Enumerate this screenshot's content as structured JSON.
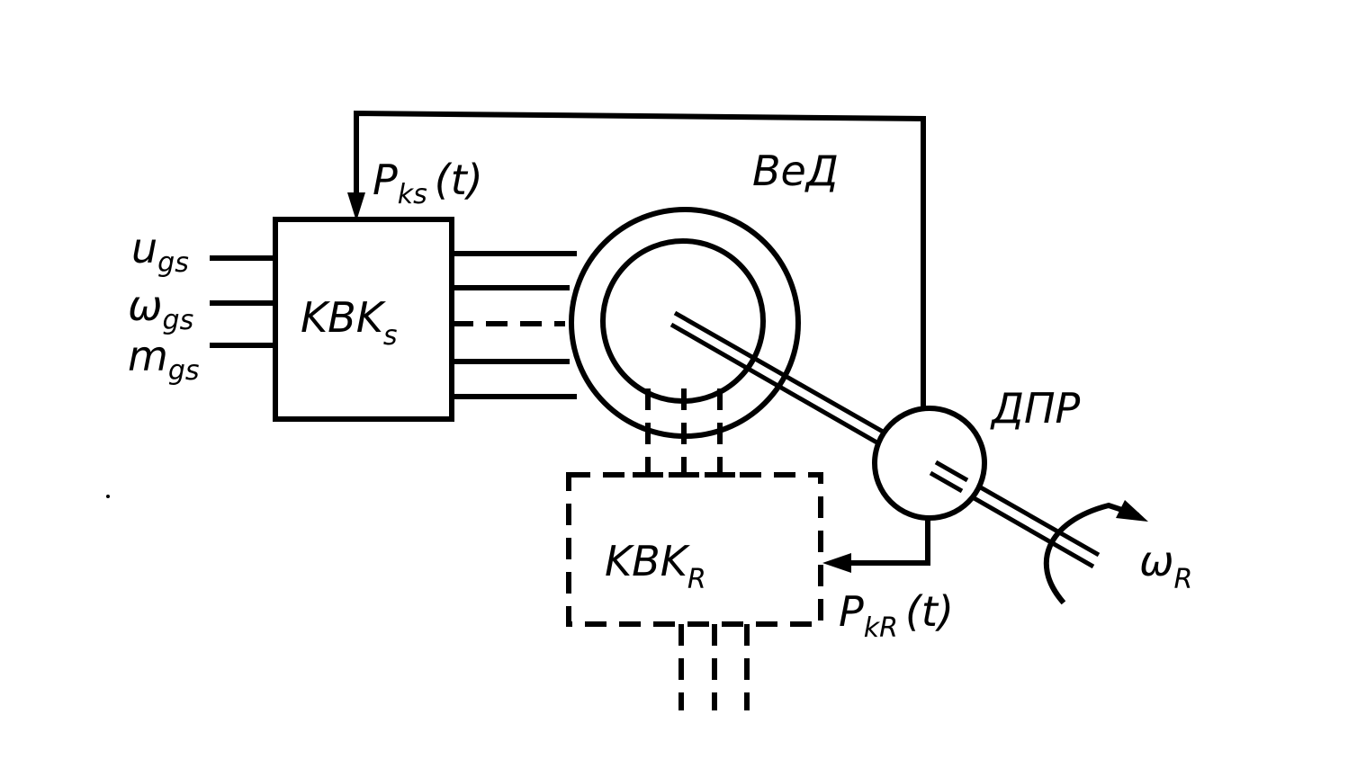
{
  "labels": {
    "stator_feedback": {
      "main": "P",
      "sub": "ks",
      "tail": "(t)"
    },
    "motor": "ВеД",
    "sensor": "ДПР",
    "stator_converter": {
      "main": "KBK",
      "sub": "s"
    },
    "rotor_converter": {
      "main": "KBK",
      "sub": "R"
    },
    "rotor_feedback": {
      "main": "P",
      "sub": "kR",
      "tail": "(t)"
    },
    "input_u": {
      "main": "u",
      "sub": "gs"
    },
    "input_w": {
      "main": "ω",
      "sub": "gs"
    },
    "input_m": {
      "main": "m",
      "sub": "gs"
    },
    "rotor_speed": {
      "main": "ω",
      "sub": "R"
    }
  }
}
